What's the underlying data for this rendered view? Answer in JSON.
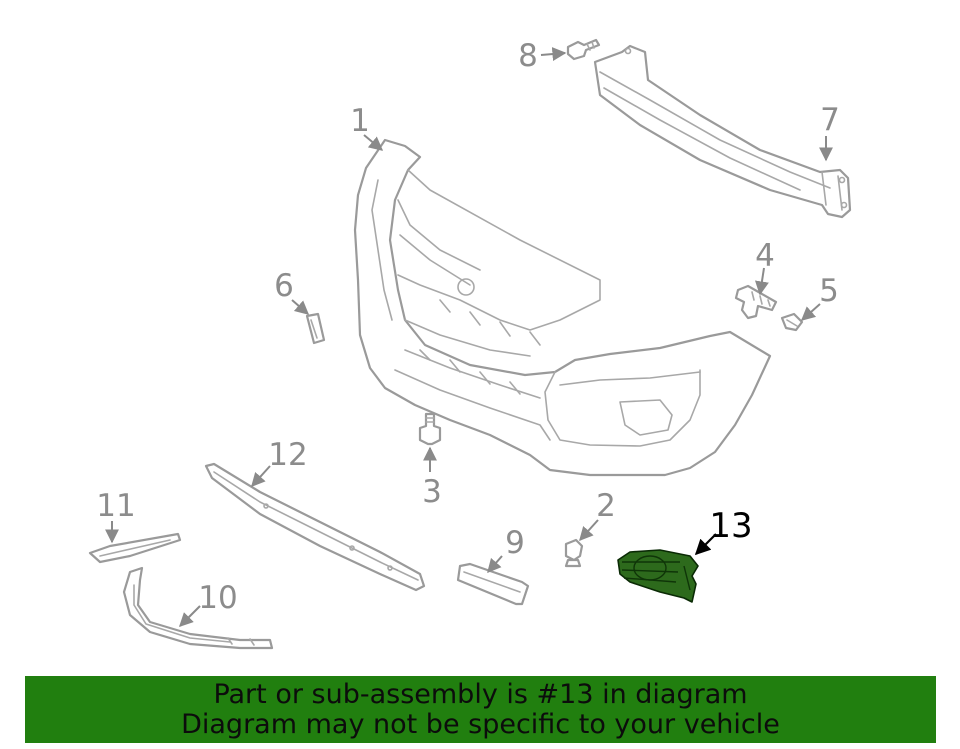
{
  "callouts": {
    "c1": "1",
    "c2": "2",
    "c3": "3",
    "c4": "4",
    "c5": "5",
    "c6": "6",
    "c7": "7",
    "c8": "8",
    "c9": "9",
    "c10": "10",
    "c11": "11",
    "c12": "12",
    "c13": "13"
  },
  "highlighted_part": "13",
  "colors": {
    "highlight": "#2d6a1c",
    "banner": "#217f0f",
    "outline": "#9a9a9a"
  },
  "banner": {
    "line1": "Part or sub-assembly is #13 in diagram",
    "line2": "Diagram may not be specific to your vehicle"
  }
}
